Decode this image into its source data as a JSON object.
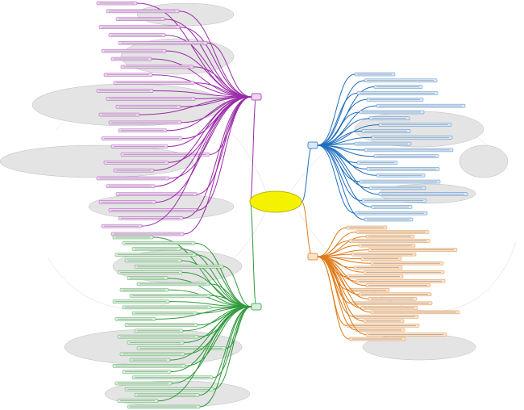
{
  "center": {
    "label": ""
  },
  "branches": [
    {
      "id": "blue",
      "color": "#1f6fbf",
      "fill": "#d9e9f8",
      "label": "",
      "nodes": 24
    },
    {
      "id": "orange",
      "color": "#e07b1a",
      "fill": "#fbe3cc",
      "label": "",
      "nodes": 26
    },
    {
      "id": "purple",
      "color": "#9a2ca8",
      "fill": "#f1d6f4",
      "label": "",
      "nodes": 30
    },
    {
      "id": "green",
      "color": "#2f9a3b",
      "fill": "#d7f0d8",
      "label": "",
      "nodes": 30
    }
  ]
}
